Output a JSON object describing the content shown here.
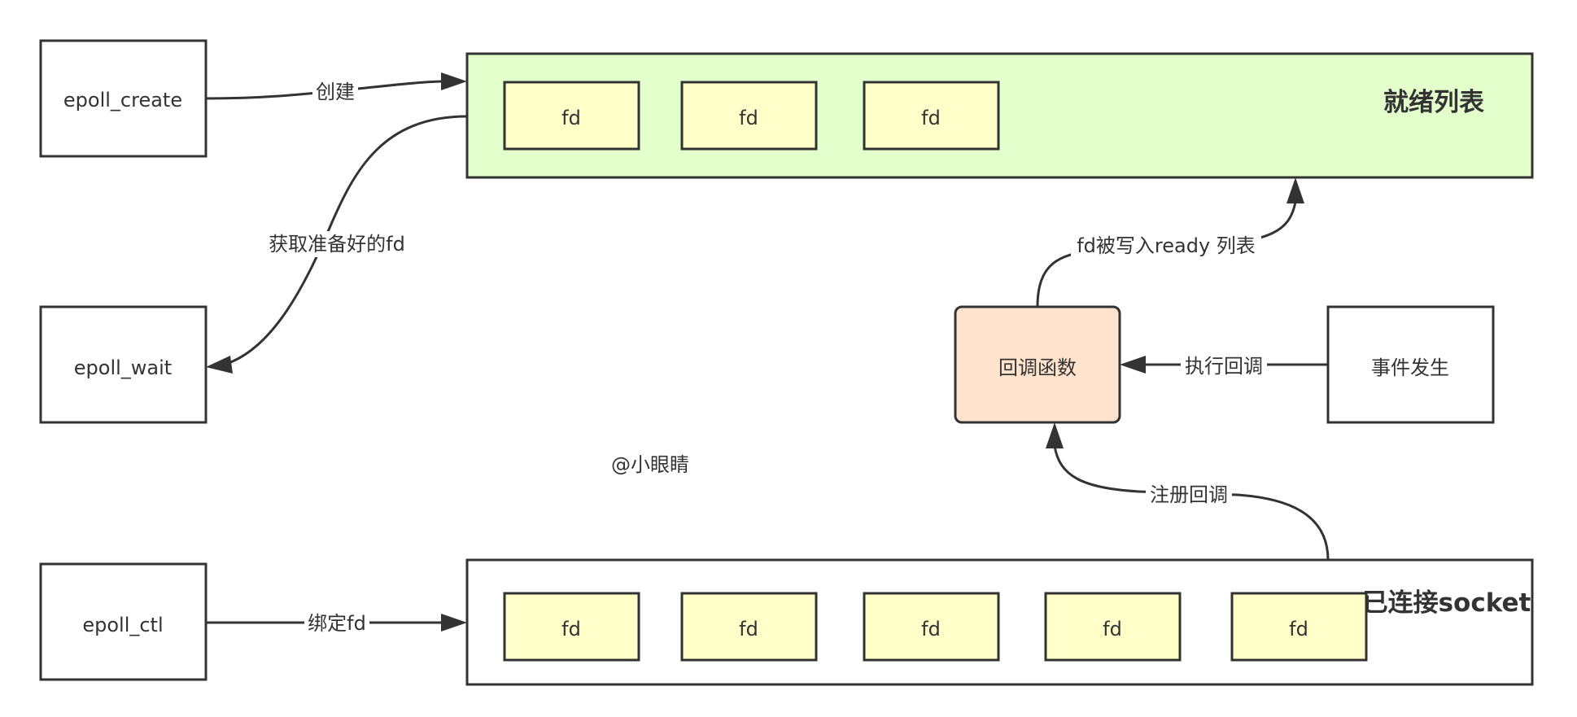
{
  "colors": {
    "stroke": "#333333",
    "ready_list_fill": "#e2ffcc",
    "fd_fill": "#ffffc9",
    "callback_fill": "#ffe3cc",
    "box_fill": "#ffffff"
  },
  "nodes": {
    "epoll_create": "epoll_create",
    "epoll_wait": "epoll_wait",
    "epoll_ctl": "epoll_ctl",
    "callback": "回调函数",
    "event": "事件发生"
  },
  "ready_list": {
    "title": "就绪列表",
    "items": [
      "fd",
      "fd",
      "fd"
    ]
  },
  "socket_list": {
    "title": "已连接socket",
    "items": [
      "fd",
      "fd",
      "fd",
      "fd",
      "fd"
    ]
  },
  "edges": {
    "create": "创建",
    "get_ready": "获取准备好的fd",
    "bind": "绑定fd",
    "execute_callback": "执行回调",
    "write_ready": "fd被写入ready 列表",
    "register_callback": "注册回调"
  },
  "watermark": "@小眼睛"
}
